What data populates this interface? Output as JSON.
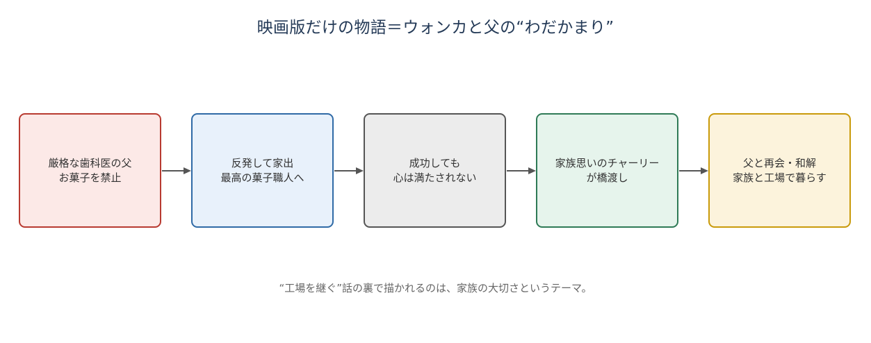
{
  "title": "映画版だけの物語＝ウォンカと父の“わだかまり”",
  "steps": [
    {
      "line1": "厳格な歯科医の父",
      "line2": "お菓子を禁止",
      "border": "#b83a30",
      "fill": "#fce9e7"
    },
    {
      "line1": "反発して家出",
      "line2": "最高の菓子職人へ",
      "border": "#2f6aa6",
      "fill": "#e8f1fb"
    },
    {
      "line1": "成功しても",
      "line2": "心は満たされない",
      "border": "#555555",
      "fill": "#ececec"
    },
    {
      "line1": "家族思いのチャーリー",
      "line2": "が橋渡し",
      "border": "#2e7a56",
      "fill": "#e6f4ec"
    },
    {
      "line1": "父と再会・和解",
      "line2": "家族と工場で暮らす",
      "border": "#c99a0a",
      "fill": "#fcf3dc"
    }
  ],
  "arrow_color": "#555555",
  "footer": "“工場を継ぐ”話の裏で描かれるのは、家族の大切さというテーマ。"
}
